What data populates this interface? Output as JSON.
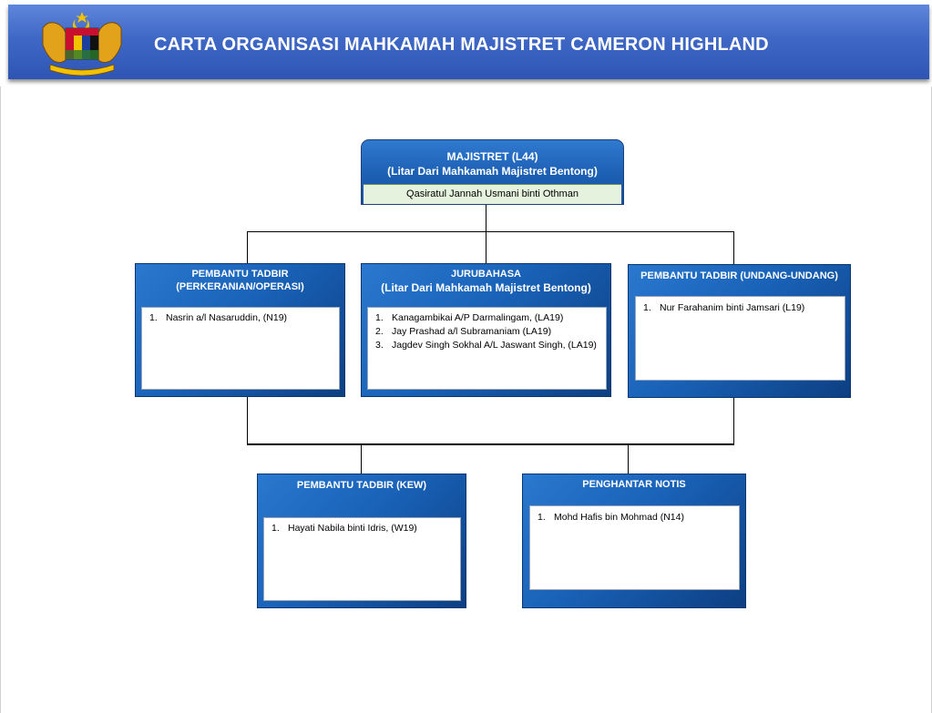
{
  "header": {
    "title": "CARTA ORGANISASI MAHKAMAH MAJISTRET CAMERON HIGHLAND",
    "logo_icon": "malaysia-coat-of-arms-icon"
  },
  "top": {
    "title": "MAJISTRET (L44)",
    "subtitle": "(Litar Dari Mahkamah Majistret Bentong)",
    "name": "Qasiratul Jannah Usmani binti Othman"
  },
  "units": {
    "perkeranian": {
      "title_1": "PEMBANTU TADBIR",
      "title_2": "(PERKERANIAN/OPERASI)",
      "staff": [
        {
          "num": "1.",
          "name": "Nasrin a/l Nasaruddin, (N19)"
        }
      ]
    },
    "jurubahasa": {
      "title_1": "JURUBAHASA",
      "title_2": "(Litar Dari Mahkamah Majistret Bentong)",
      "staff": [
        {
          "num": "1.",
          "name": "Kanagambikai A/P Darmalingam, (LA19)"
        },
        {
          "num": "2.",
          "name": "Jay Prashad a/l Subramaniam (LA19)"
        },
        {
          "num": "3.",
          "name": "Jagdev Singh Sokhal A/L Jaswant Singh, (LA19)"
        }
      ]
    },
    "undang": {
      "title_1": "PEMBANTU TADBIR (UNDANG-UNDANG)",
      "staff": [
        {
          "num": "1.",
          "name": "Nur Farahanim binti Jamsari (L19)"
        }
      ]
    },
    "kew": {
      "title_1": "PEMBANTU TADBIR (KEW)",
      "staff": [
        {
          "num": "1.",
          "name": "Hayati Nabila binti Idris, (W19)"
        }
      ]
    },
    "notis": {
      "title_1": "PENGHANTAR NOTIS",
      "staff": [
        {
          "num": "1.",
          "name": "Mohd Hafis bin Mohmad (N14)"
        }
      ]
    }
  },
  "colors": {
    "banner": "#3f68c6",
    "box_blue": "#1962b8",
    "name_band": "#e5f2dd"
  }
}
